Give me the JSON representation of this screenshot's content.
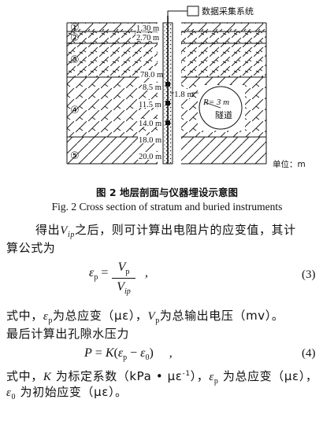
{
  "figure": {
    "logger_label": "数据采集系统",
    "layer_labels": [
      "①",
      "②",
      "③",
      "④",
      "⑤"
    ],
    "depth_labels": [
      "1.30 m",
      "2.70 m",
      "78.0 m",
      "8.5 m",
      "11.5 m",
      "14.0 m",
      "18.0 m",
      "20.0 m"
    ],
    "offset_label": "1.8 m",
    "radius_label": "R= 3 m",
    "tunnel_label": "隧道",
    "unit_label": "单位：m"
  },
  "caption_cn": "图 2  地层剖面与仪器埋设示意图",
  "caption_en": "Fig. 2 Cross section of stratum and buried instruments",
  "para1_a": "得出",
  "para1_b": "之后，则可计算出电阻片的应变值，其计",
  "para1_c": "算公式为",
  "eq3_number": "(3)",
  "para2_a": "式中，",
  "para2_b": "为总应变（με），",
  "para2_c": "为总输出电压（mv）。",
  "para2_d": "最后计算出孔隙水压力",
  "eq4_number": "(4)",
  "para3_a": "式中，",
  "para3_b": "为标定系数（kPa • με",
  "para3_sup": "-1",
  "para3_c": "），",
  "para3_d": "为总应变（με），",
  "para3_e": "为初始应变（με）。"
}
